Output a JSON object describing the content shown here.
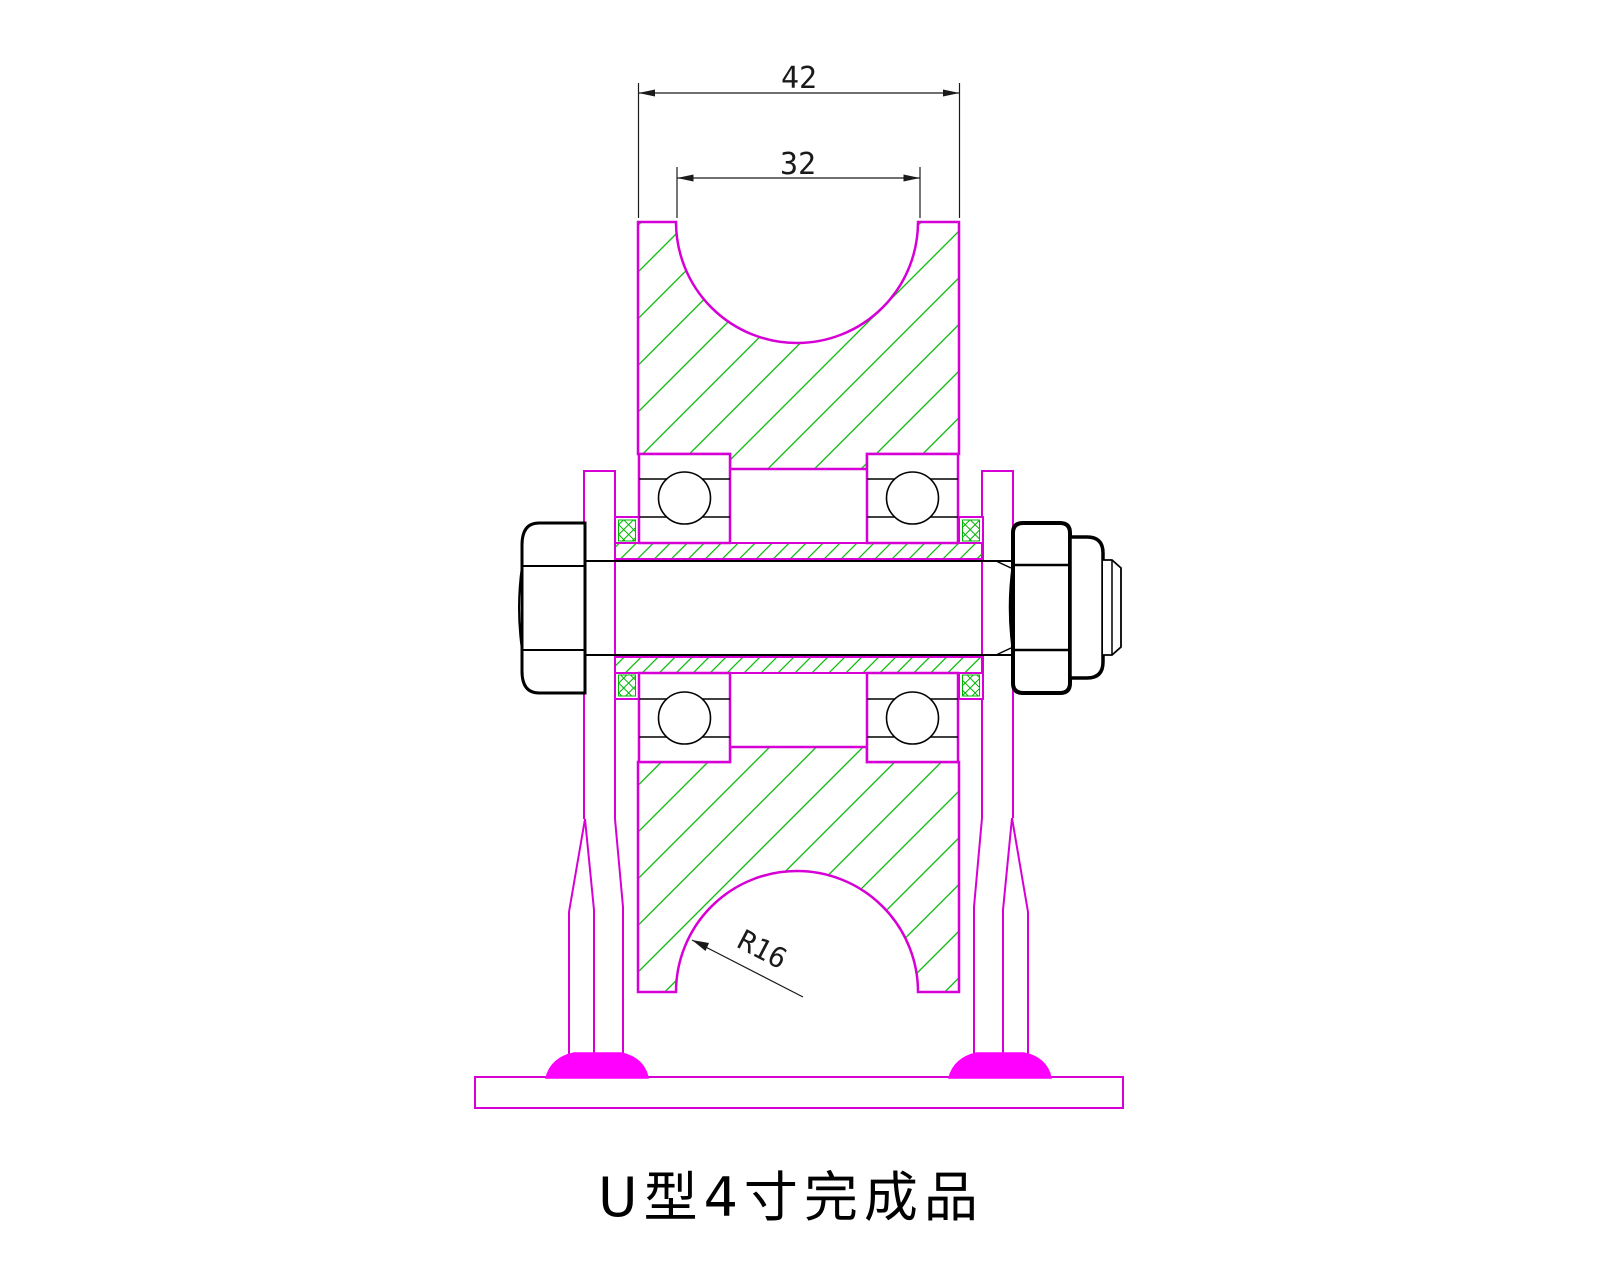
{
  "drawing": {
    "title": "U型4寸完成品",
    "dimensions": {
      "overall_width": "42",
      "groove_width": "32",
      "groove_radius": "R16"
    },
    "colors": {
      "outline_magenta": "#D600D6",
      "weld_fill_magenta": "#FF00FF",
      "hatch_green": "#00B400",
      "line_black": "#000000",
      "background": "#FFFFFF"
    }
  }
}
